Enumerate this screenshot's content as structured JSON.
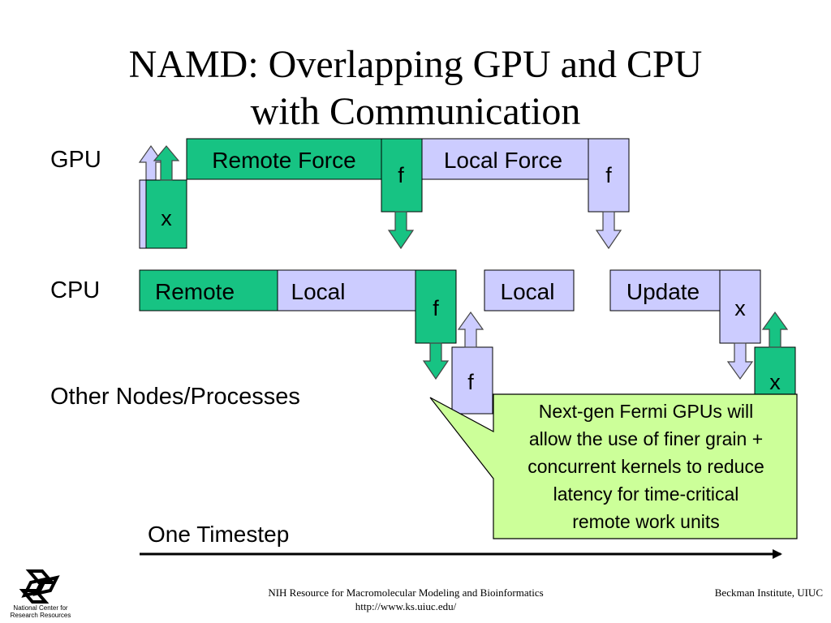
{
  "title": {
    "line1": "NAMD: Overlapping GPU and CPU",
    "line2": "with Communication"
  },
  "rows": {
    "gpu": "GPU",
    "cpu": "CPU",
    "other": "Other Nodes/Processes"
  },
  "blocks": {
    "gpu_remote_force": "Remote Force",
    "gpu_local_force": "Local Force",
    "gpu_f1": "f",
    "gpu_f2": "f",
    "gpu_x": "x",
    "cpu_remote": "Remote",
    "cpu_local1": "Local",
    "cpu_f": "f",
    "cpu_local2": "Local",
    "cpu_update": "Update",
    "cpu_x": "x",
    "other_f": "f",
    "other_x": "x"
  },
  "callout": {
    "line1": "Next-gen Fermi GPUs will",
    "line2": "allow the use of finer grain +",
    "line3": "concurrent kernels to reduce",
    "line4": "latency for time-critical",
    "line5": "remote work units"
  },
  "timestep_label": "One Timestep",
  "footer": {
    "center_line1": "NIH Resource for Macromolecular Modeling and Bioinformatics",
    "center_line2": "http://www.ks.uiuc.edu/",
    "right": "Beckman Institute, UIUC",
    "logo_line1": "National Center for",
    "logo_line2": "Research Resources"
  },
  "colors": {
    "green": "#17c383",
    "lavender": "#ccccff",
    "callout_fill": "#ccff99",
    "outline": "#000000",
    "arrow_outline": "#444444"
  }
}
